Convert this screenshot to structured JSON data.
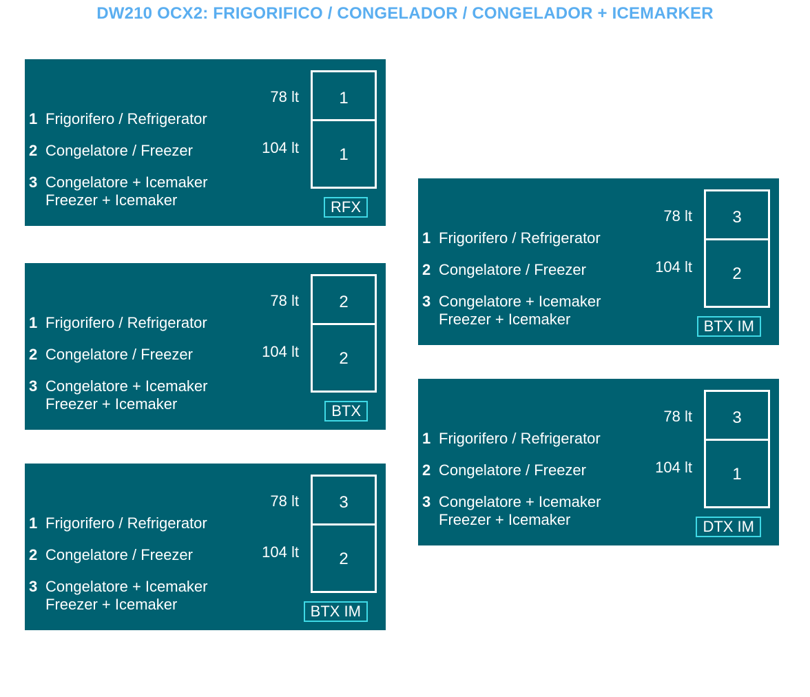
{
  "title": "DW210 OCX2: FRIGORIFICO / CONGELADOR / CONGELADOR + ICEMARKER",
  "colors": {
    "title": "#5aaef0",
    "card_bg": "#006171",
    "white": "#ffffff",
    "model_border": "#3fd9e6"
  },
  "legend": [
    {
      "num": "1",
      "lines": [
        "Frigorifero / Refrigerator"
      ]
    },
    {
      "num": "2",
      "lines": [
        "Congelatore / Freezer"
      ]
    },
    {
      "num": "3",
      "lines": [
        "Congelatore + Icemaker",
        "Freezer + Icemaker"
      ]
    }
  ],
  "capacity": {
    "top": "78 lt",
    "bottom": "104 lt"
  },
  "configs": [
    {
      "model": "RFX",
      "top": "1",
      "bottom": "1"
    },
    {
      "model": "BTX",
      "top": "2",
      "bottom": "2"
    },
    {
      "model": "BTX IM",
      "top": "3",
      "bottom": "2"
    },
    {
      "model": "BTX IM",
      "top": "3",
      "bottom": "2"
    },
    {
      "model": "DTX IM",
      "top": "3",
      "bottom": "1"
    }
  ]
}
